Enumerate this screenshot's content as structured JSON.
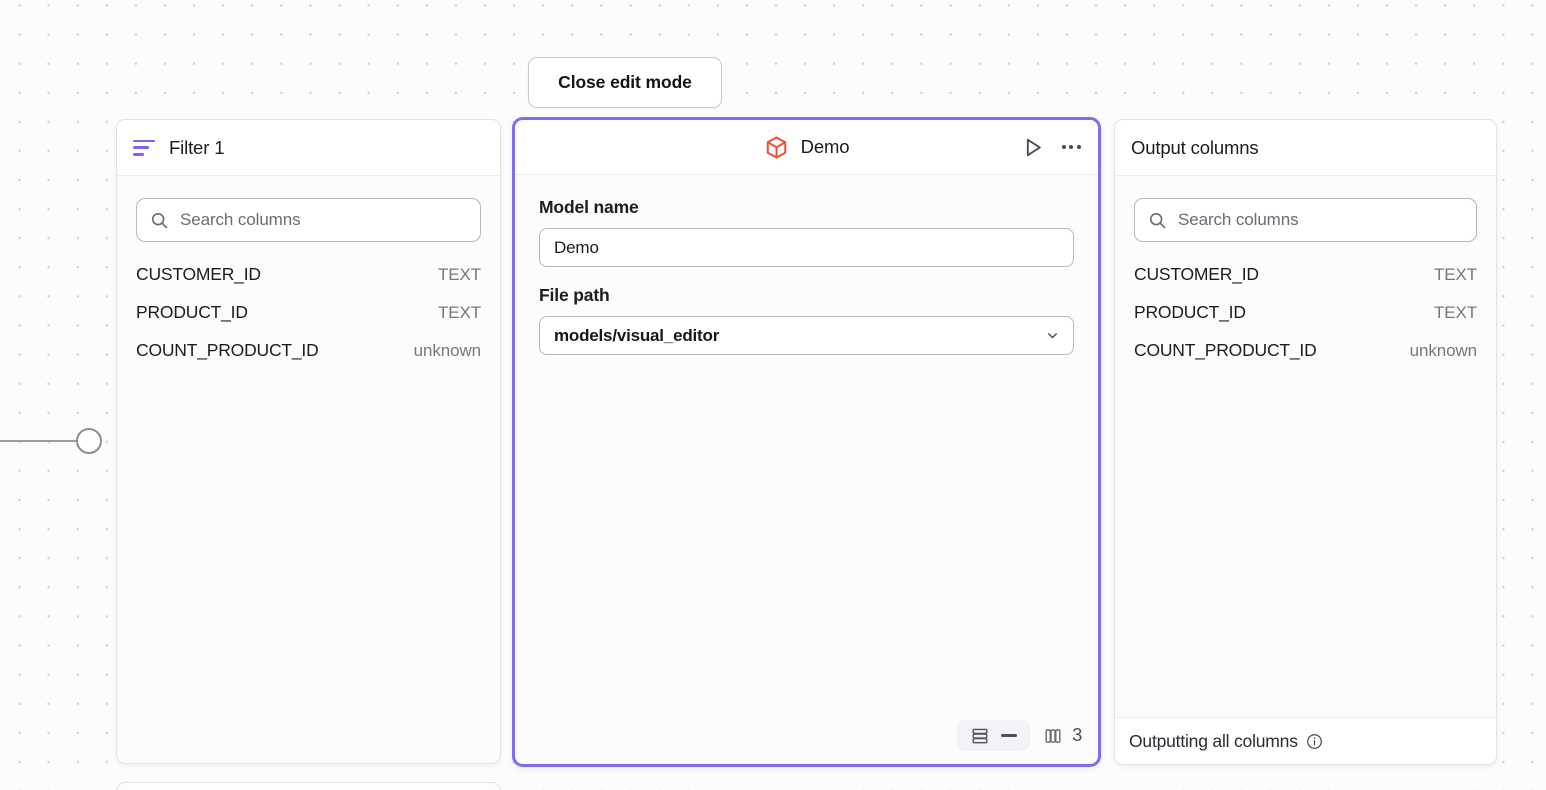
{
  "toolbar": {
    "close_edit_mode_label": "Close edit mode"
  },
  "canvas": {
    "edge_handle_name": "input-connection-handle"
  },
  "filter_panel": {
    "title": "Filter 1",
    "icon": "filter-icon",
    "icon_color": "#8b5cf6",
    "search": {
      "placeholder": "Search columns",
      "icon": "search-icon",
      "value": ""
    },
    "columns": [
      {
        "name": "CUSTOMER_ID",
        "type": "TEXT"
      },
      {
        "name": "PRODUCT_ID",
        "type": "TEXT"
      },
      {
        "name": "COUNT_PRODUCT_ID",
        "type": "unknown"
      }
    ]
  },
  "demo_panel": {
    "title": "Demo",
    "icon": "cube-icon",
    "icon_color": "#e8512f",
    "selected_border_color": "#7c6df2",
    "actions": {
      "run": "play-icon",
      "more": "more-options-icon"
    },
    "fields": {
      "model_name_label": "Model name",
      "model_name_value": "Demo",
      "file_path_label": "File path",
      "file_path_value": "models/visual_editor"
    },
    "status_bar": {
      "rows_icon": "rows-icon",
      "rows_value": "—",
      "columns_icon": "columns-icon",
      "columns_value": "3"
    }
  },
  "output_panel": {
    "title": "Output columns",
    "search": {
      "placeholder": "Search columns",
      "icon": "search-icon",
      "value": ""
    },
    "columns": [
      {
        "name": "CUSTOMER_ID",
        "type": "TEXT"
      },
      {
        "name": "PRODUCT_ID",
        "type": "TEXT"
      },
      {
        "name": "COUNT_PRODUCT_ID",
        "type": "unknown"
      }
    ],
    "footer_text": "Outputting all columns",
    "footer_icon": "info-icon"
  }
}
